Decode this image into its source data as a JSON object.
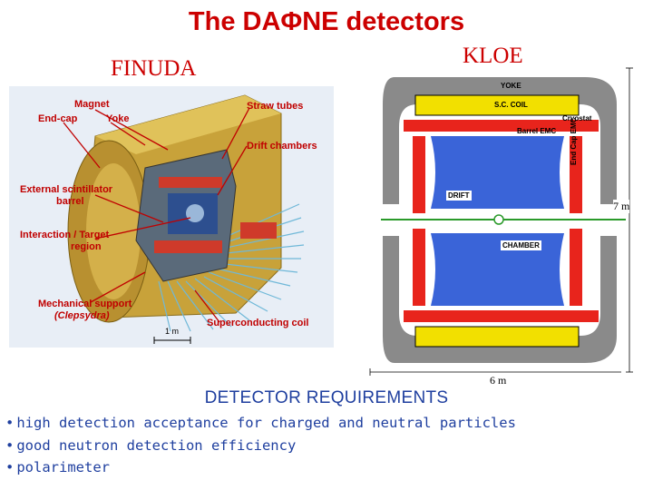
{
  "title": "The DAΦNE detectors",
  "finuda": {
    "heading": "FINUDA",
    "labels": {
      "magnet": "Magnet",
      "end_cap": "End-cap",
      "yoke": "Yoke",
      "straw_tubes": "Straw tubes",
      "drift_chambers": "Drift chambers",
      "ext_scint_1": "External scintillator",
      "ext_scint_2": "barrel",
      "interaction_1": "Interaction / Target",
      "interaction_2": "region",
      "mech_support_1": "Mechanical support",
      "mech_support_2": "(Clepsydra)",
      "sc_coil": "Superconducting coil",
      "scale": "1 m"
    }
  },
  "kloe": {
    "heading": "KLOE",
    "labels": {
      "yoke": "YOKE",
      "sc_coil": "S.C. COIL",
      "cryostat": "Cryostat",
      "barrel_emc": "Barrel EMC",
      "end_cap_emc": "End Cap EMC",
      "drift": "DRIFT",
      "chamber": "CHAMBER",
      "height": "7 m",
      "width": "6 m"
    }
  },
  "requirements": {
    "heading": "DETECTOR REQUIREMENTS",
    "items": [
      "high detection acceptance for charged and neutral particles",
      "good neutron detection efficiency",
      "polarimeter"
    ]
  }
}
